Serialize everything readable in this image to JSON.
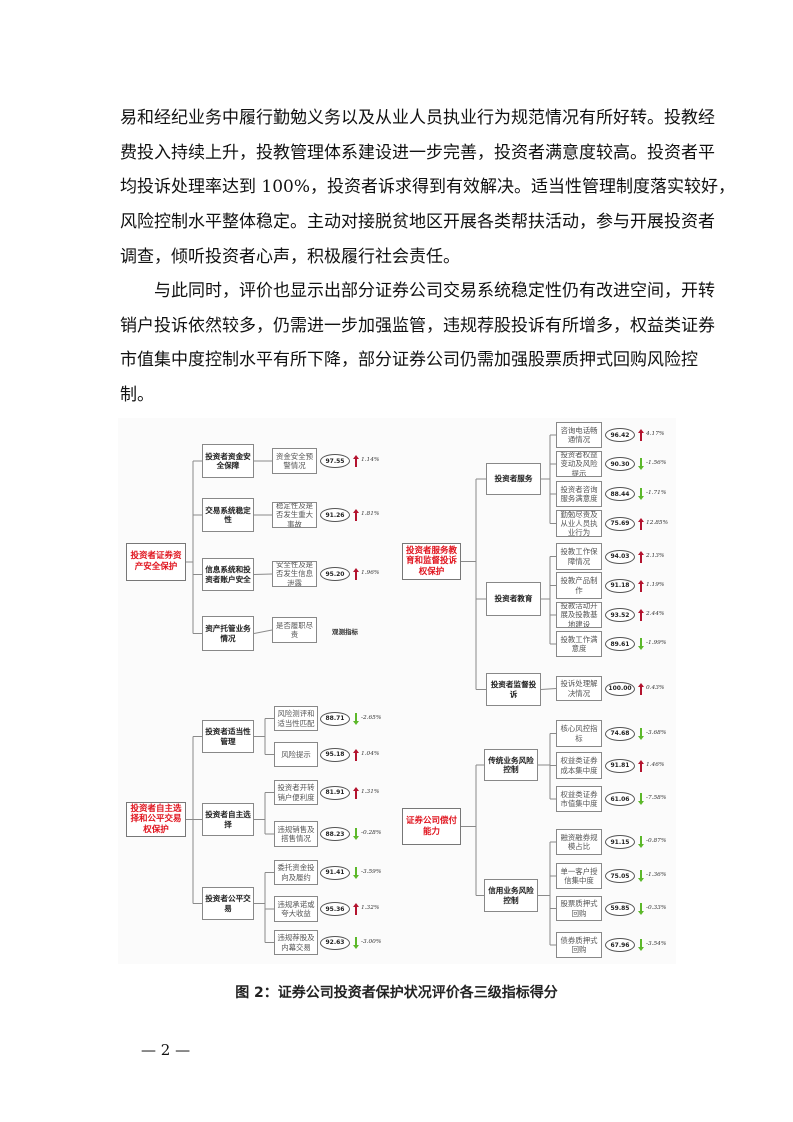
{
  "body": {
    "paragraph1_lines": [
      "易和经纪业务中履行勤勉义务以及从业人员执业行为规范情况有所好转。投教经",
      "费投入持续上升，投教管理体系建设进一步完善，投资者满意度较高。投资者平",
      "均投诉处理率达到 100%，投资者诉求得到有效解决。适当性管理制度落实较好，",
      "风险控制水平整体稳定。主动对接脱贫地区开展各类帮扶活动，参与开展投资者",
      "调查，倾听投资者心声，积极履行社会责任。"
    ],
    "paragraph2_lines": [
      "　　与此同时，评价也显示出部分证券公司交易系统稳定性仍有改进空间，开转",
      "销户投诉依然较多，仍需进一步加强监管，违规荐股投诉有所增多，权益类证券",
      "市值集中度控制水平有所下降，部分证券公司仍需加强股票质押式回购风险控",
      "制。"
    ]
  },
  "diagram": {
    "colors": {
      "root_text": "#e0141e",
      "up_arrow": "#b3132e",
      "down_arrow": "#5cb82a"
    },
    "groups": [
      {
        "root": "投资者证券资产安全保护",
        "children": [
          {
            "label": "投资者资金安全保障",
            "items": [
              {
                "label": "资金安全预警情况",
                "score": "97.55",
                "change": "1.14%",
                "trend": "up"
              }
            ]
          },
          {
            "label": "交易系统稳定性",
            "items": [
              {
                "label": "稳定性及是否发生重大事故",
                "score": "91.26",
                "change": "1.81%",
                "trend": "up"
              }
            ]
          },
          {
            "label": "信息系统和投资者账户安全",
            "items": [
              {
                "label": "安全性及是否发生信息泄露",
                "score": "95.20",
                "change": "1.96%",
                "trend": "up"
              }
            ]
          },
          {
            "label": "资产托管业务情况",
            "items": [
              {
                "label": "是否履职尽责",
                "note": "观测指标"
              }
            ]
          }
        ]
      },
      {
        "root": "投资者服务教育和监督投诉权保护",
        "children": [
          {
            "label": "投资者服务",
            "items": [
              {
                "label": "咨询电话畅通情况",
                "score": "96.42",
                "change": "4.17%",
                "trend": "up"
              },
              {
                "label": "投资者权益变动及风险提示",
                "score": "90.30",
                "change": "-1.56%",
                "trend": "down"
              },
              {
                "label": "投资者咨询服务满意度",
                "score": "88.44",
                "change": "-1.71%",
                "trend": "down"
              },
              {
                "label": "勤勉尽责及从业人员执业行为",
                "score": "75.69",
                "change": "12.85%",
                "trend": "up"
              }
            ]
          },
          {
            "label": "投资者教育",
            "items": [
              {
                "label": "投教工作保障情况",
                "score": "94.03",
                "change": "2.13%",
                "trend": "up"
              },
              {
                "label": "投教产品制作",
                "score": "91.18",
                "change": "1.19%",
                "trend": "up"
              },
              {
                "label": "投教活动开展及投教基地建设",
                "score": "93.52",
                "change": "2.44%",
                "trend": "up"
              },
              {
                "label": "投教工作满意度",
                "score": "89.61",
                "change": "-1.99%",
                "trend": "down"
              }
            ]
          },
          {
            "label": "投资者监督投诉",
            "items": [
              {
                "label": "投诉处理解决情况",
                "score": "100.00",
                "change": "0.43%",
                "trend": "up"
              }
            ]
          }
        ]
      },
      {
        "root": "投资者自主选择和公平交易权保护",
        "children": [
          {
            "label": "投资者适当性管理",
            "items": [
              {
                "label": "风险测评和适当性匹配",
                "score": "88.71",
                "change": "-2.65%",
                "trend": "down"
              },
              {
                "label": "风险提示",
                "score": "95.18",
                "change": "1.04%",
                "trend": "up"
              }
            ]
          },
          {
            "label": "投资者自主选择",
            "items": [
              {
                "label": "投资者开转销户便利度",
                "score": "81.91",
                "change": "1.31%",
                "trend": "up"
              },
              {
                "label": "违规销售及搭售情况",
                "score": "88.23",
                "change": "-0.28%",
                "trend": "down"
              }
            ]
          },
          {
            "label": "投资者公平交易",
            "items": [
              {
                "label": "委托资金投向及履约",
                "score": "91.41",
                "change": "-3.59%",
                "trend": "down"
              },
              {
                "label": "违规承诺或夸大收益",
                "score": "95.36",
                "change": "1.32%",
                "trend": "up"
              },
              {
                "label": "违规荐股及内幕交易",
                "score": "92.63",
                "change": "-3.00%",
                "trend": "down"
              }
            ]
          }
        ]
      },
      {
        "root": "证券公司偿付能力",
        "children": [
          {
            "label": "传统业务风险控制",
            "items": [
              {
                "label": "核心风控指标",
                "score": "74.68",
                "change": "-3.68%",
                "trend": "down"
              },
              {
                "label": "权益类证券成本集中度",
                "score": "91.81",
                "change": "1.46%",
                "trend": "up"
              },
              {
                "label": "权益类证券市值集中度",
                "score": "61.06",
                "change": "-7.58%",
                "trend": "down"
              }
            ]
          },
          {
            "label": "信用业务风险控制",
            "items": [
              {
                "label": "融资融券规模占比",
                "score": "91.15",
                "change": "-0.87%",
                "trend": "down"
              },
              {
                "label": "单一客户授信集中度",
                "score": "75.05",
                "change": "-1.36%",
                "trend": "down"
              },
              {
                "label": "股票质押式回购",
                "score": "59.85",
                "change": "-0.33%",
                "trend": "down"
              },
              {
                "label": "债券质押式回购",
                "score": "67.96",
                "change": "-3.54%",
                "trend": "down"
              }
            ]
          }
        ]
      }
    ]
  },
  "caption": "图 2：证券公司投资者保护状况评价各三级指标得分",
  "page_number": "— 2 —"
}
